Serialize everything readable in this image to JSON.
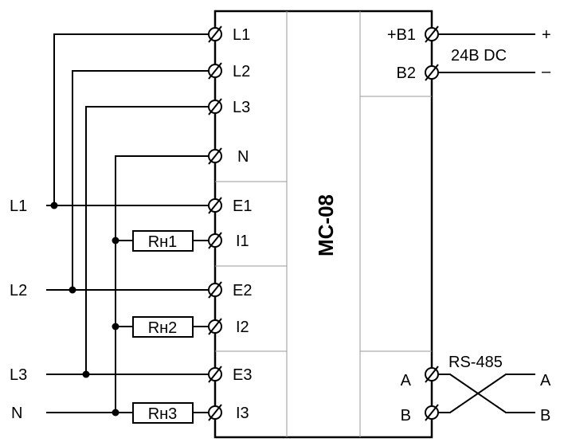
{
  "device": {
    "name": "MC-08"
  },
  "left_terminals": [
    "L1",
    "L2",
    "L3",
    "N",
    "E1",
    "I1",
    "E2",
    "I2",
    "E3",
    "I3"
  ],
  "right_terminals": {
    "b1": "+B1",
    "b2": "B2",
    "a": "A",
    "b": "B"
  },
  "inputs": [
    "L1",
    "L2",
    "L3",
    "N"
  ],
  "loads": [
    "Rн1",
    "Rн2",
    "Rн3"
  ],
  "power": {
    "label": "24В DC",
    "plus": "+",
    "minus": "–"
  },
  "bus": {
    "label": "RS-485",
    "out_a": "A",
    "out_b": "B"
  }
}
